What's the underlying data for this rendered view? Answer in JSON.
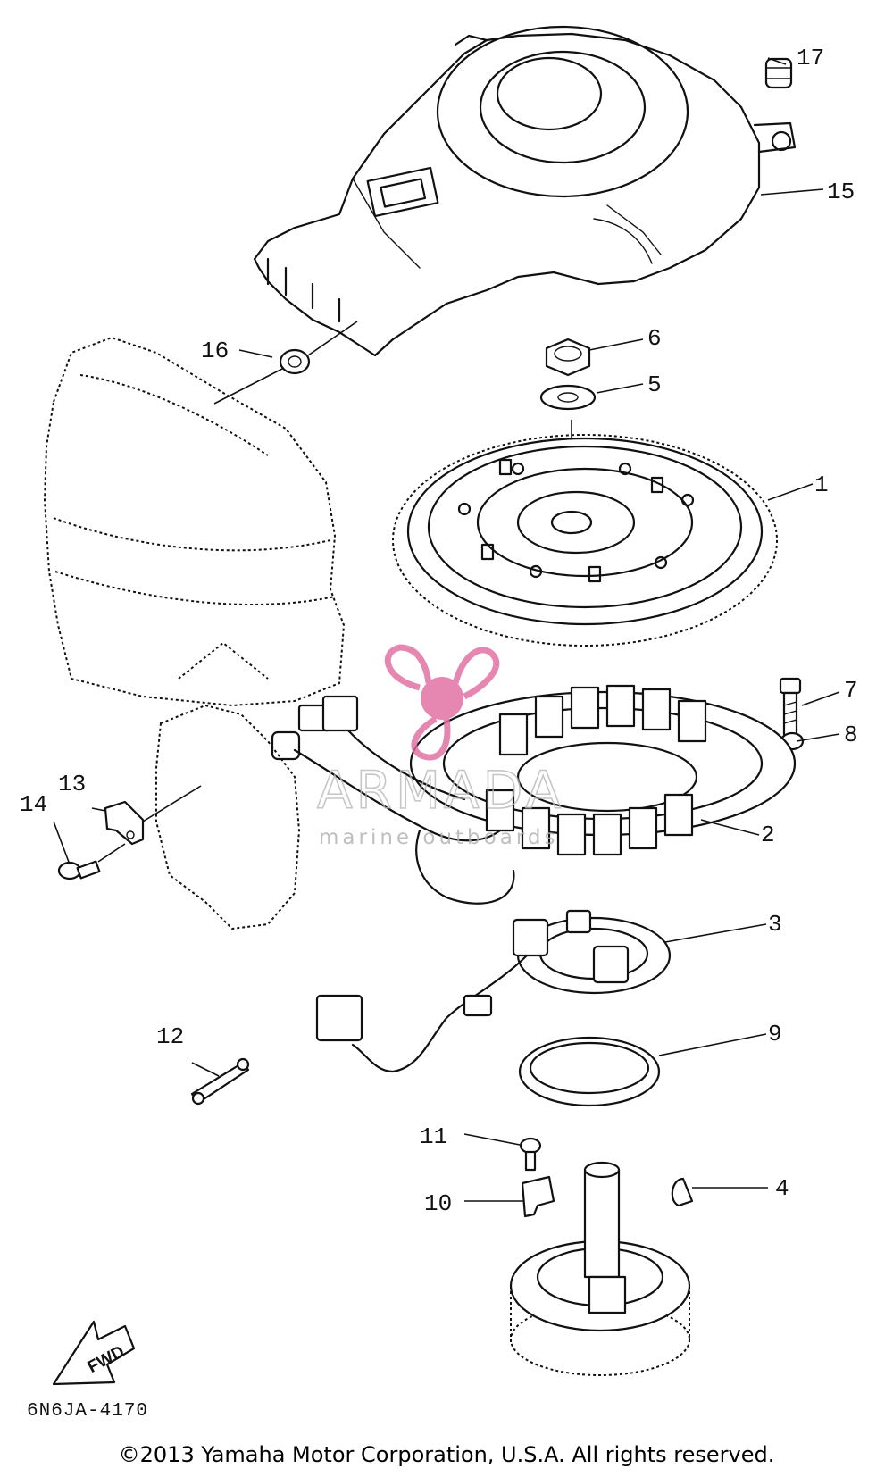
{
  "diagram": {
    "code": "6N6JA-4170",
    "fwd_label": "FWD",
    "callouts": [
      {
        "id": "1",
        "label": "1"
      },
      {
        "id": "2",
        "label": "2"
      },
      {
        "id": "3",
        "label": "3"
      },
      {
        "id": "4",
        "label": "4"
      },
      {
        "id": "5",
        "label": "5"
      },
      {
        "id": "6",
        "label": "6"
      },
      {
        "id": "7",
        "label": "7"
      },
      {
        "id": "8",
        "label": "8"
      },
      {
        "id": "9",
        "label": "9"
      },
      {
        "id": "10",
        "label": "10"
      },
      {
        "id": "11",
        "label": "11"
      },
      {
        "id": "12",
        "label": "12"
      },
      {
        "id": "13",
        "label": "13"
      },
      {
        "id": "14",
        "label": "14"
      },
      {
        "id": "15",
        "label": "15"
      },
      {
        "id": "16",
        "label": "16"
      },
      {
        "id": "17",
        "label": "17"
      }
    ]
  },
  "watermark": {
    "brand": "ARMADA",
    "tagline": "marine outboards",
    "logo_color": "#e06aa0"
  },
  "footer": {
    "copyright": "©2013 Yamaha Motor Corporation, U.S.A. All rights reserved."
  }
}
